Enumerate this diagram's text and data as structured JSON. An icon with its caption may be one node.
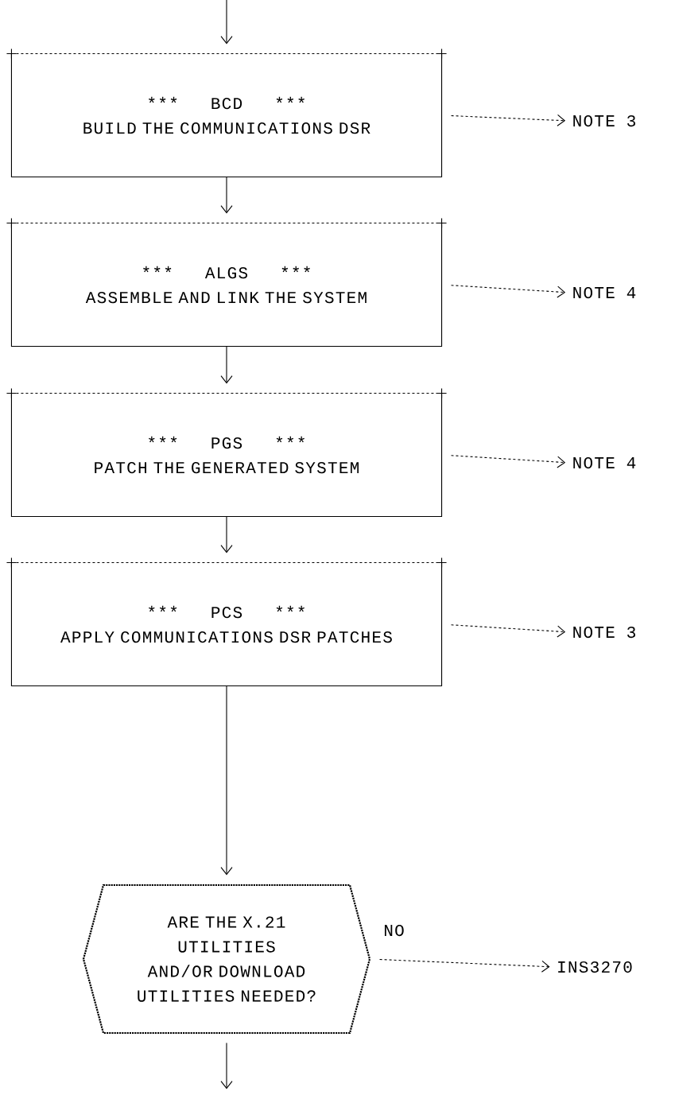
{
  "diagram": {
    "nodes": [
      {
        "text": [
          "***",
          "BCD",
          "***",
          "BUILD THE COMMUNICATIONS DSR"
        ]
      },
      {
        "text": [
          "NOTE 3"
        ]
      },
      {
        "text": [
          "***",
          "ALGS",
          "***",
          "ASSEMBLE AND LINK THE SYSTEM"
        ]
      },
      {
        "text": [
          "NOTE 4"
        ]
      },
      {
        "text": [
          "***",
          "PGS",
          "***",
          "PATCH THE GENERATED SYSTEM"
        ]
      },
      {
        "text": [
          "NOTE 4"
        ]
      },
      {
        "text": [
          "***",
          "PCS",
          "***",
          "APPLY COMMUNICATIONS DSR PATCHES"
        ]
      },
      {
        "text": [
          "NOTE 3"
        ]
      },
      {
        "text": [
          "ARE THE X.21 UTILITIES AND/OR DOWNLOAD UTILITIES NEEDED?"
        ]
      },
      {
        "text": [
          "INS3270"
        ]
      }
    ],
    "edges": [
      {
        "from": null,
        "to": 0,
        "arrow": "to"
      },
      {
        "from": 0,
        "to": 2,
        "arrow": "to"
      },
      {
        "from": 2,
        "to": 4,
        "arrow": "to"
      },
      {
        "from": 4,
        "to": 6,
        "arrow": "to"
      },
      {
        "from": 6,
        "to": 8,
        "arrow": "to"
      },
      {
        "from": 8,
        "to": null,
        "arrow": "to"
      },
      {
        "from": 0,
        "to": 1,
        "arrow": "to",
        "style": "dashed"
      },
      {
        "from": 2,
        "to": 3,
        "arrow": "to",
        "style": "dashed"
      },
      {
        "from": 4,
        "to": 5,
        "arrow": "to",
        "style": "dashed"
      },
      {
        "from": 6,
        "to": 7,
        "arrow": "to",
        "style": "dashed"
      },
      {
        "from": 8,
        "to": 9,
        "arrow": "to",
        "style": "dashed",
        "label": "NO"
      }
    ]
  }
}
